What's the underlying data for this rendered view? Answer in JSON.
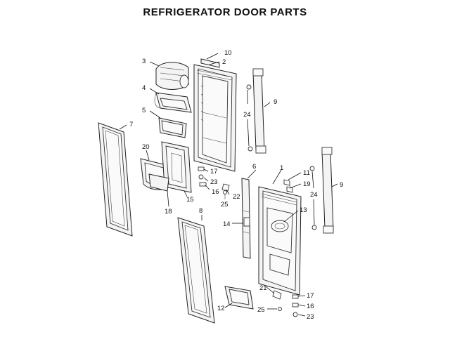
{
  "diagram": {
    "title": "REFRIGERATOR DOOR PARTS",
    "callouts": {
      "c10": "10",
      "c2": "2",
      "c3": "3",
      "c4": "4",
      "c5": "5",
      "c7": "7",
      "c20": "20",
      "c9a": "9",
      "c24a": "24",
      "c17a": "17",
      "c23a": "23",
      "c16a": "16",
      "c22": "22",
      "c25a": "25",
      "c15": "15",
      "c18": "18",
      "c8": "8",
      "c6": "6",
      "c1": "1",
      "c11": "11",
      "c19": "19",
      "c24b": "24",
      "c9b": "9",
      "c13": "13",
      "c14": "14",
      "c21": "21",
      "c17b": "17",
      "c16b": "16",
      "c12": "12",
      "c25b": "25",
      "c23b": "23"
    }
  }
}
